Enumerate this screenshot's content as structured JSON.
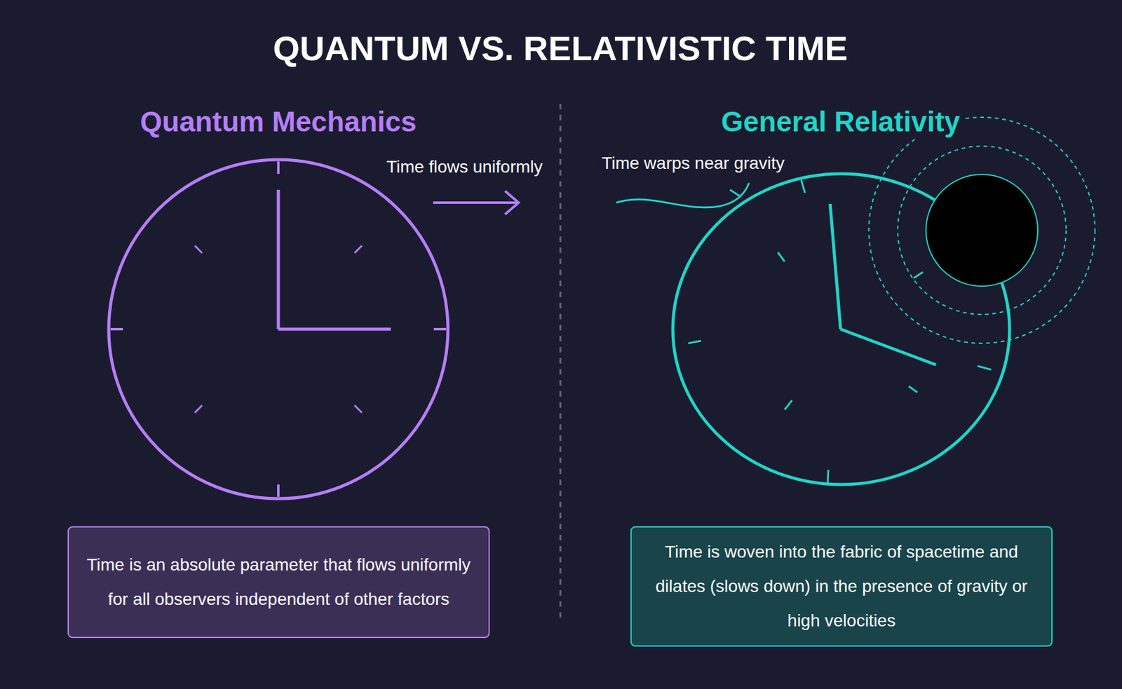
{
  "diagram": {
    "title": "QUANTUM VS. RELATIVISTIC TIME",
    "nodes": [
      {
        "text": [
          "Time is an absolute parameter that flows uniformly for all observers independent of other factors"
        ]
      },
      {
        "text": [
          "Time is woven into the fabric of spacetime and dilates (slows down) in the presence of gravity or high velocities"
        ]
      }
    ],
    "labels": [
      "Quantum Mechanics",
      "General Relativity",
      "Time flows uniformly",
      "Time warps near gravity"
    ]
  }
}
